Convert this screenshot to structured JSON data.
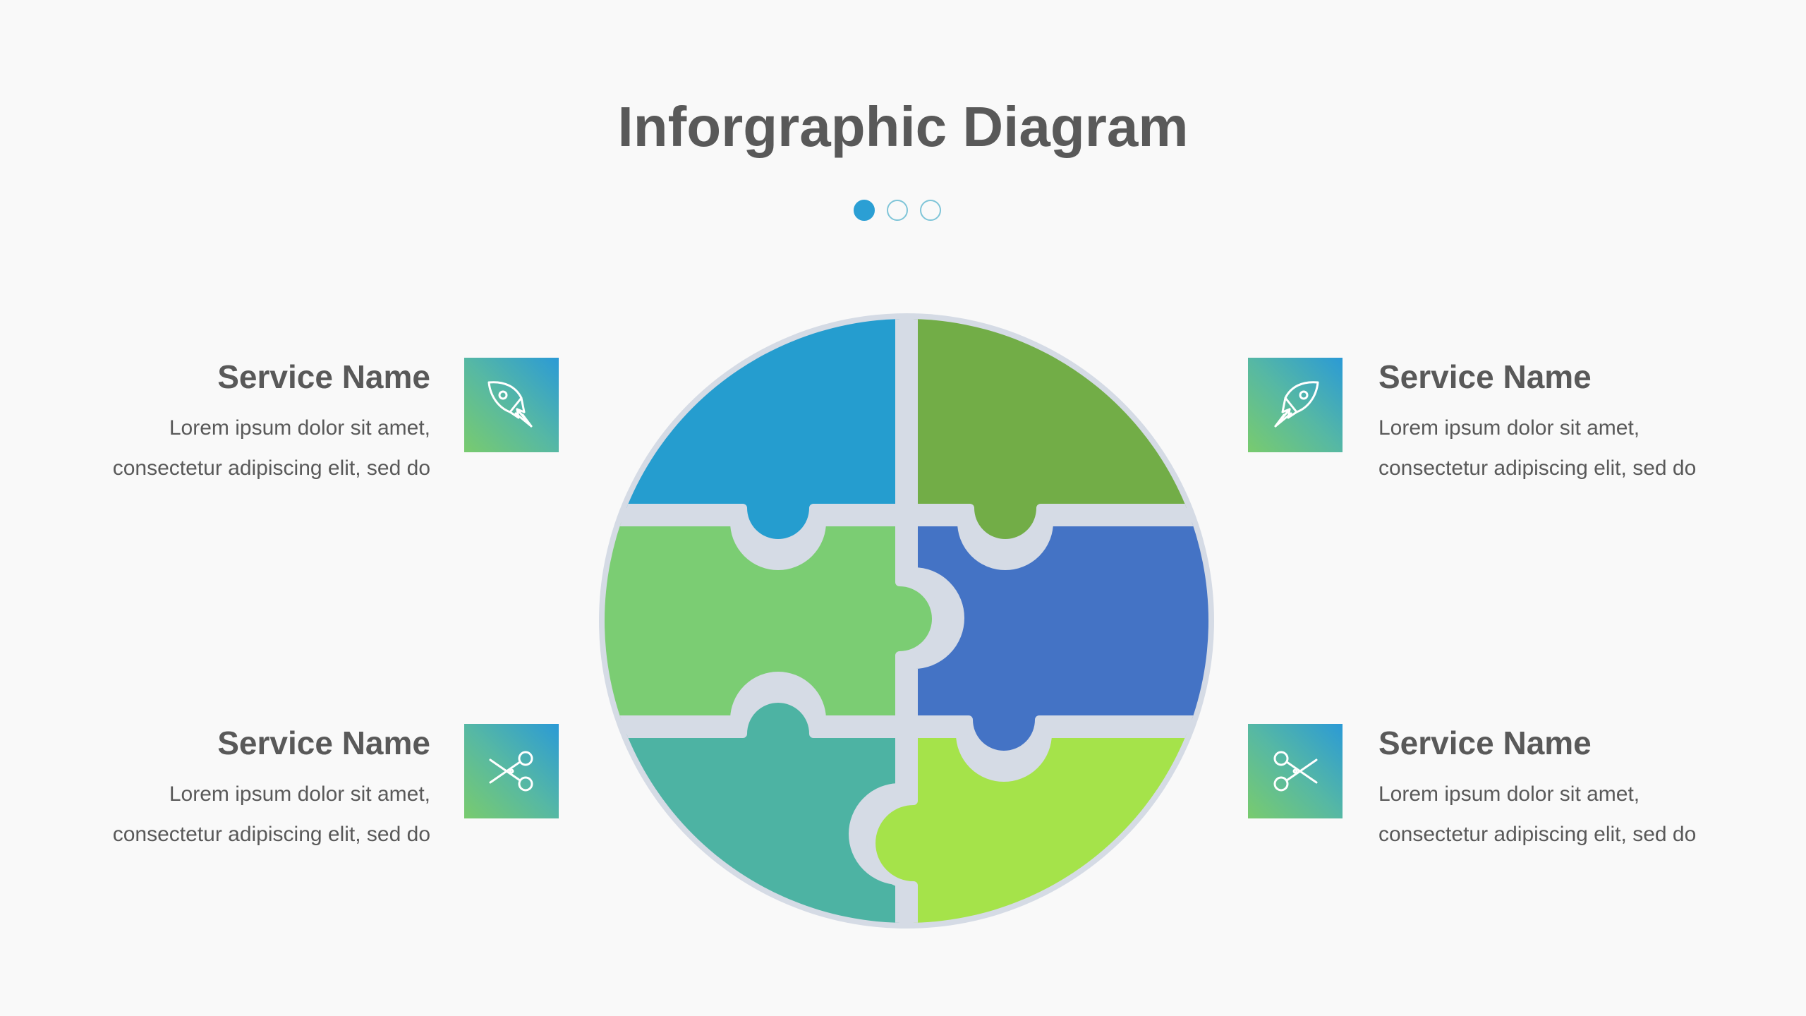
{
  "slide": {
    "title": "Inforgraphic Diagram"
  },
  "pagination": {
    "total": 3,
    "active_index": 0,
    "active_color": "#2b9fd4",
    "inactive_color": "#7fc5d8"
  },
  "puzzle": {
    "pieces": [
      {
        "position": "top-left",
        "color": "#259dcf"
      },
      {
        "position": "top-right",
        "color": "#72ad47"
      },
      {
        "position": "middle-left",
        "color": "#7bcd73"
      },
      {
        "position": "middle-right",
        "color": "#4473c5"
      },
      {
        "position": "bottom-left",
        "color": "#4db3a3"
      },
      {
        "position": "bottom-right",
        "color": "#a5e34a"
      }
    ],
    "outline_color": "#d5dbe5"
  },
  "services": [
    {
      "side": "left",
      "icon": "rocket-icon",
      "title": "Service Name",
      "desc_line1": "Lorem ipsum dolor sit amet,",
      "desc_line2": "consectetur adipiscing elit, sed do"
    },
    {
      "side": "right",
      "icon": "rocket-icon",
      "title": "Service Name",
      "desc_line1": "Lorem ipsum dolor sit amet,",
      "desc_line2": "consectetur adipiscing elit, sed do"
    },
    {
      "side": "left",
      "icon": "scissors-icon",
      "title": "Service Name",
      "desc_line1": "Lorem ipsum dolor sit amet,",
      "desc_line2": "consectetur adipiscing elit, sed do"
    },
    {
      "side": "right",
      "icon": "scissors-icon",
      "title": "Service Name",
      "desc_line1": "Lorem ipsum dolor sit amet,",
      "desc_line2": "consectetur adipiscing elit, sed do"
    }
  ]
}
